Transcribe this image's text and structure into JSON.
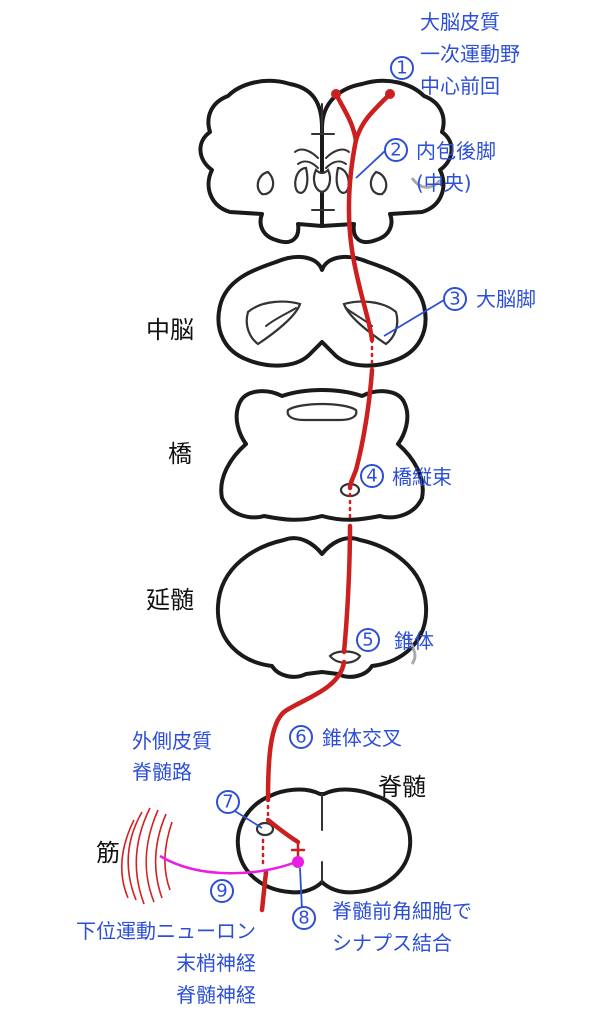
{
  "cortex": {
    "lines": [
      "大脳皮質",
      "一次運動野",
      "中心前回"
    ]
  },
  "internal_capsule": {
    "lines": [
      "内包後脚",
      "(中央)"
    ]
  },
  "cerebral_peduncle": {
    "label": "大脳脚"
  },
  "pontine_tract": {
    "label": "橋縦束"
  },
  "pyramid": {
    "label": "錐体"
  },
  "decussation": {
    "label": "錐体交叉"
  },
  "lateral_tract": {
    "lines": [
      "外側皮質",
      "脊髄路"
    ]
  },
  "synapse": {
    "lines": [
      "脊髄前角細胞で",
      "シナプス結合"
    ]
  },
  "lower_motor": {
    "lines": [
      "下位運動ニューロン",
      "末梢神経",
      "脊髄神経"
    ]
  },
  "structures": {
    "midbrain": "中脳",
    "pons": "橋",
    "medulla": "延髄",
    "spinal_cord": "脊髄",
    "muscle": "筋"
  },
  "markers": [
    "1",
    "2",
    "3",
    "4",
    "5",
    "6",
    "7",
    "8",
    "9"
  ],
  "colors": {
    "tract": "#cc1f1f",
    "label": "#2d4fd6",
    "nerve": "#e81ee0"
  }
}
